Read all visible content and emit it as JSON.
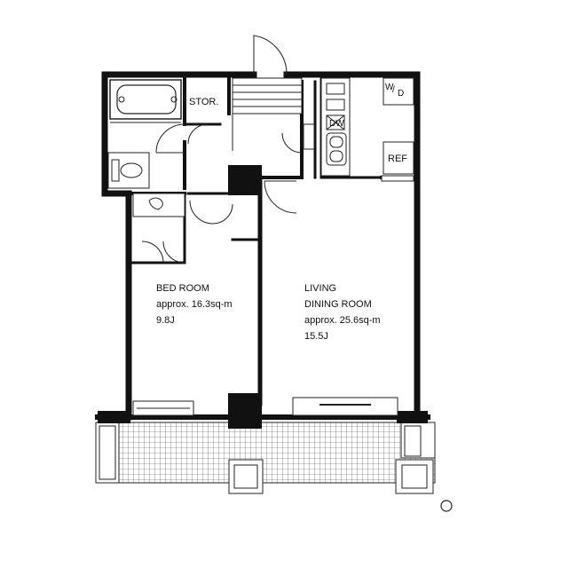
{
  "rooms": {
    "storage": {
      "label": "STOR."
    },
    "washer_dryer": {
      "label_w": "W",
      "label_slash": "/",
      "label_d": "D"
    },
    "dishwasher": {
      "label": "DW"
    },
    "refrigerator": {
      "label": "REF"
    },
    "bedroom": {
      "name": "BED ROOM",
      "area": "approx. 16.3sq-m",
      "size_j": "9.8J"
    },
    "living": {
      "name1": "LIVING",
      "name2": "DINING ROOM",
      "area": "approx. 25.6sq-m",
      "size_j": "15.5J"
    }
  },
  "colors": {
    "wall": "#111111",
    "line": "#222222",
    "background": "#ffffff"
  },
  "icons": {
    "north": "north-arrow-icon"
  }
}
